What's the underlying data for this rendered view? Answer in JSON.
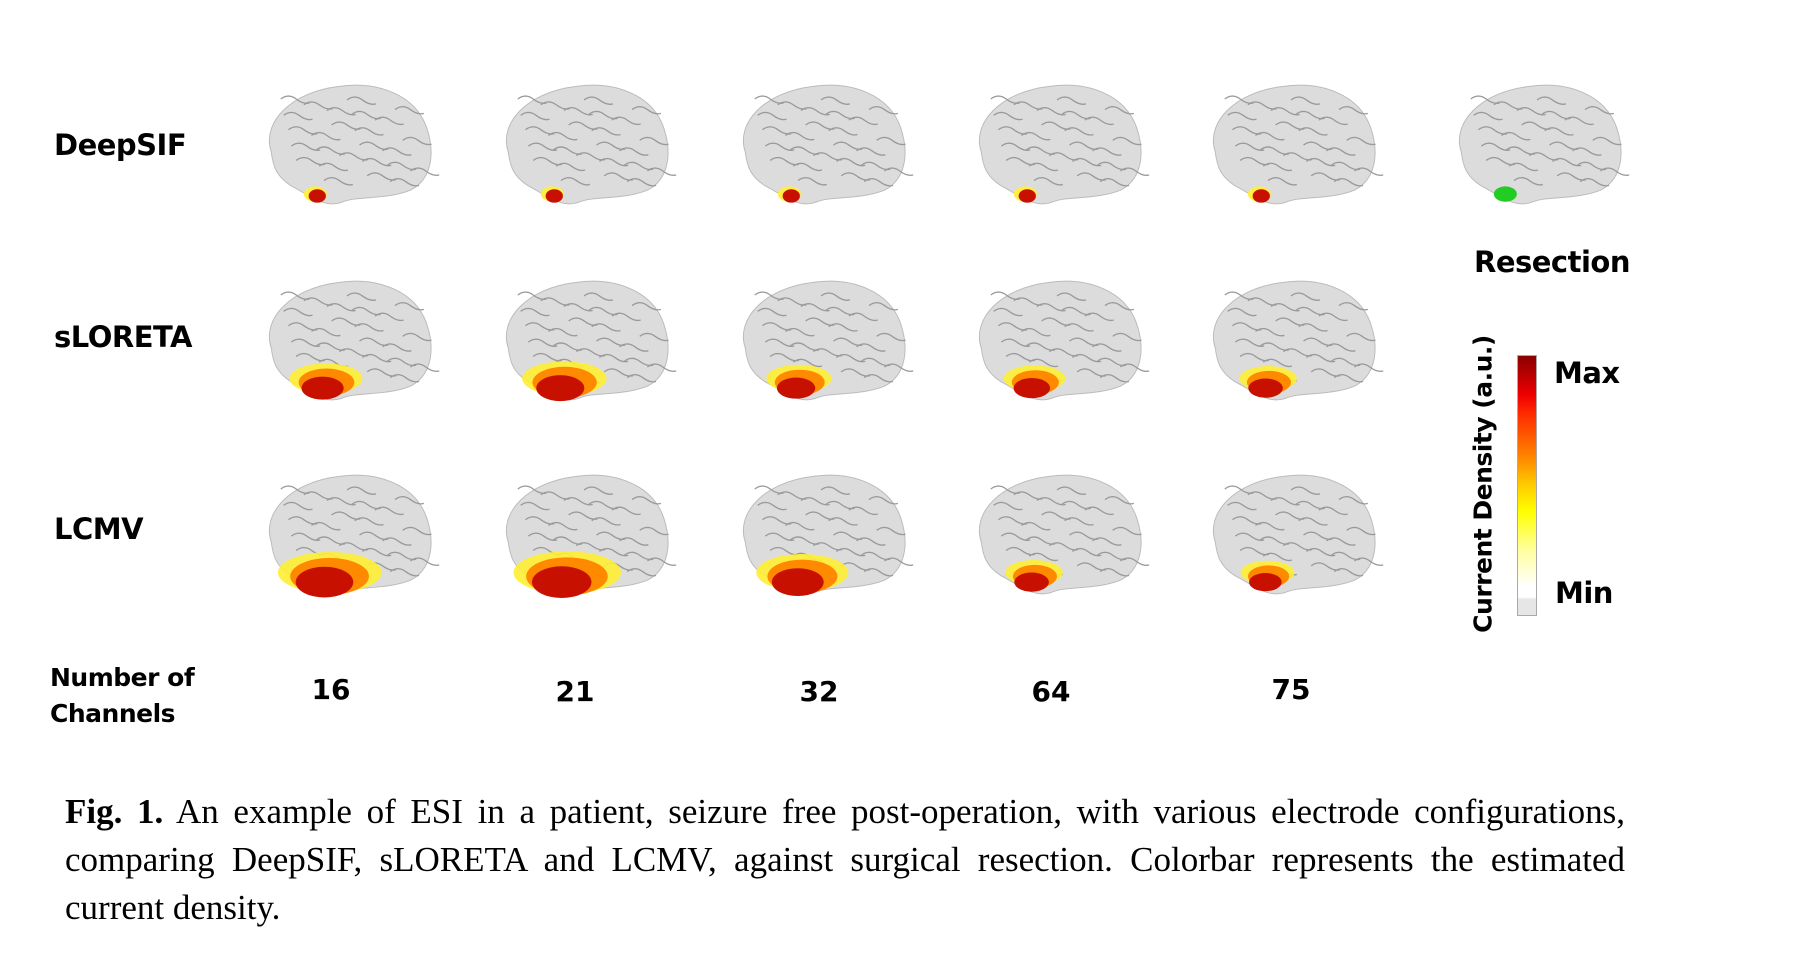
{
  "rows": [
    {
      "label": "DeepSIF"
    },
    {
      "label": "sLORETA"
    },
    {
      "label": "LCMV"
    }
  ],
  "channels": {
    "label_line1": "Number of",
    "label_line2": "Channels",
    "values": [
      "16",
      "21",
      "32",
      "64",
      "75"
    ]
  },
  "resection": {
    "label": "Resection",
    "color": "#22cc22"
  },
  "colorbar": {
    "title": "Current Density (a.u.)",
    "max_label": "Max",
    "min_label": "Min"
  },
  "caption": {
    "prefix": "Fig. 1.",
    "text": " An example of ESI in a patient, seizure free post-operation, with various electrode configurations, comparing DeepSIF, sLORETA and LCMV, against surgical resection. Colorbar represents the estimated current density."
  }
}
